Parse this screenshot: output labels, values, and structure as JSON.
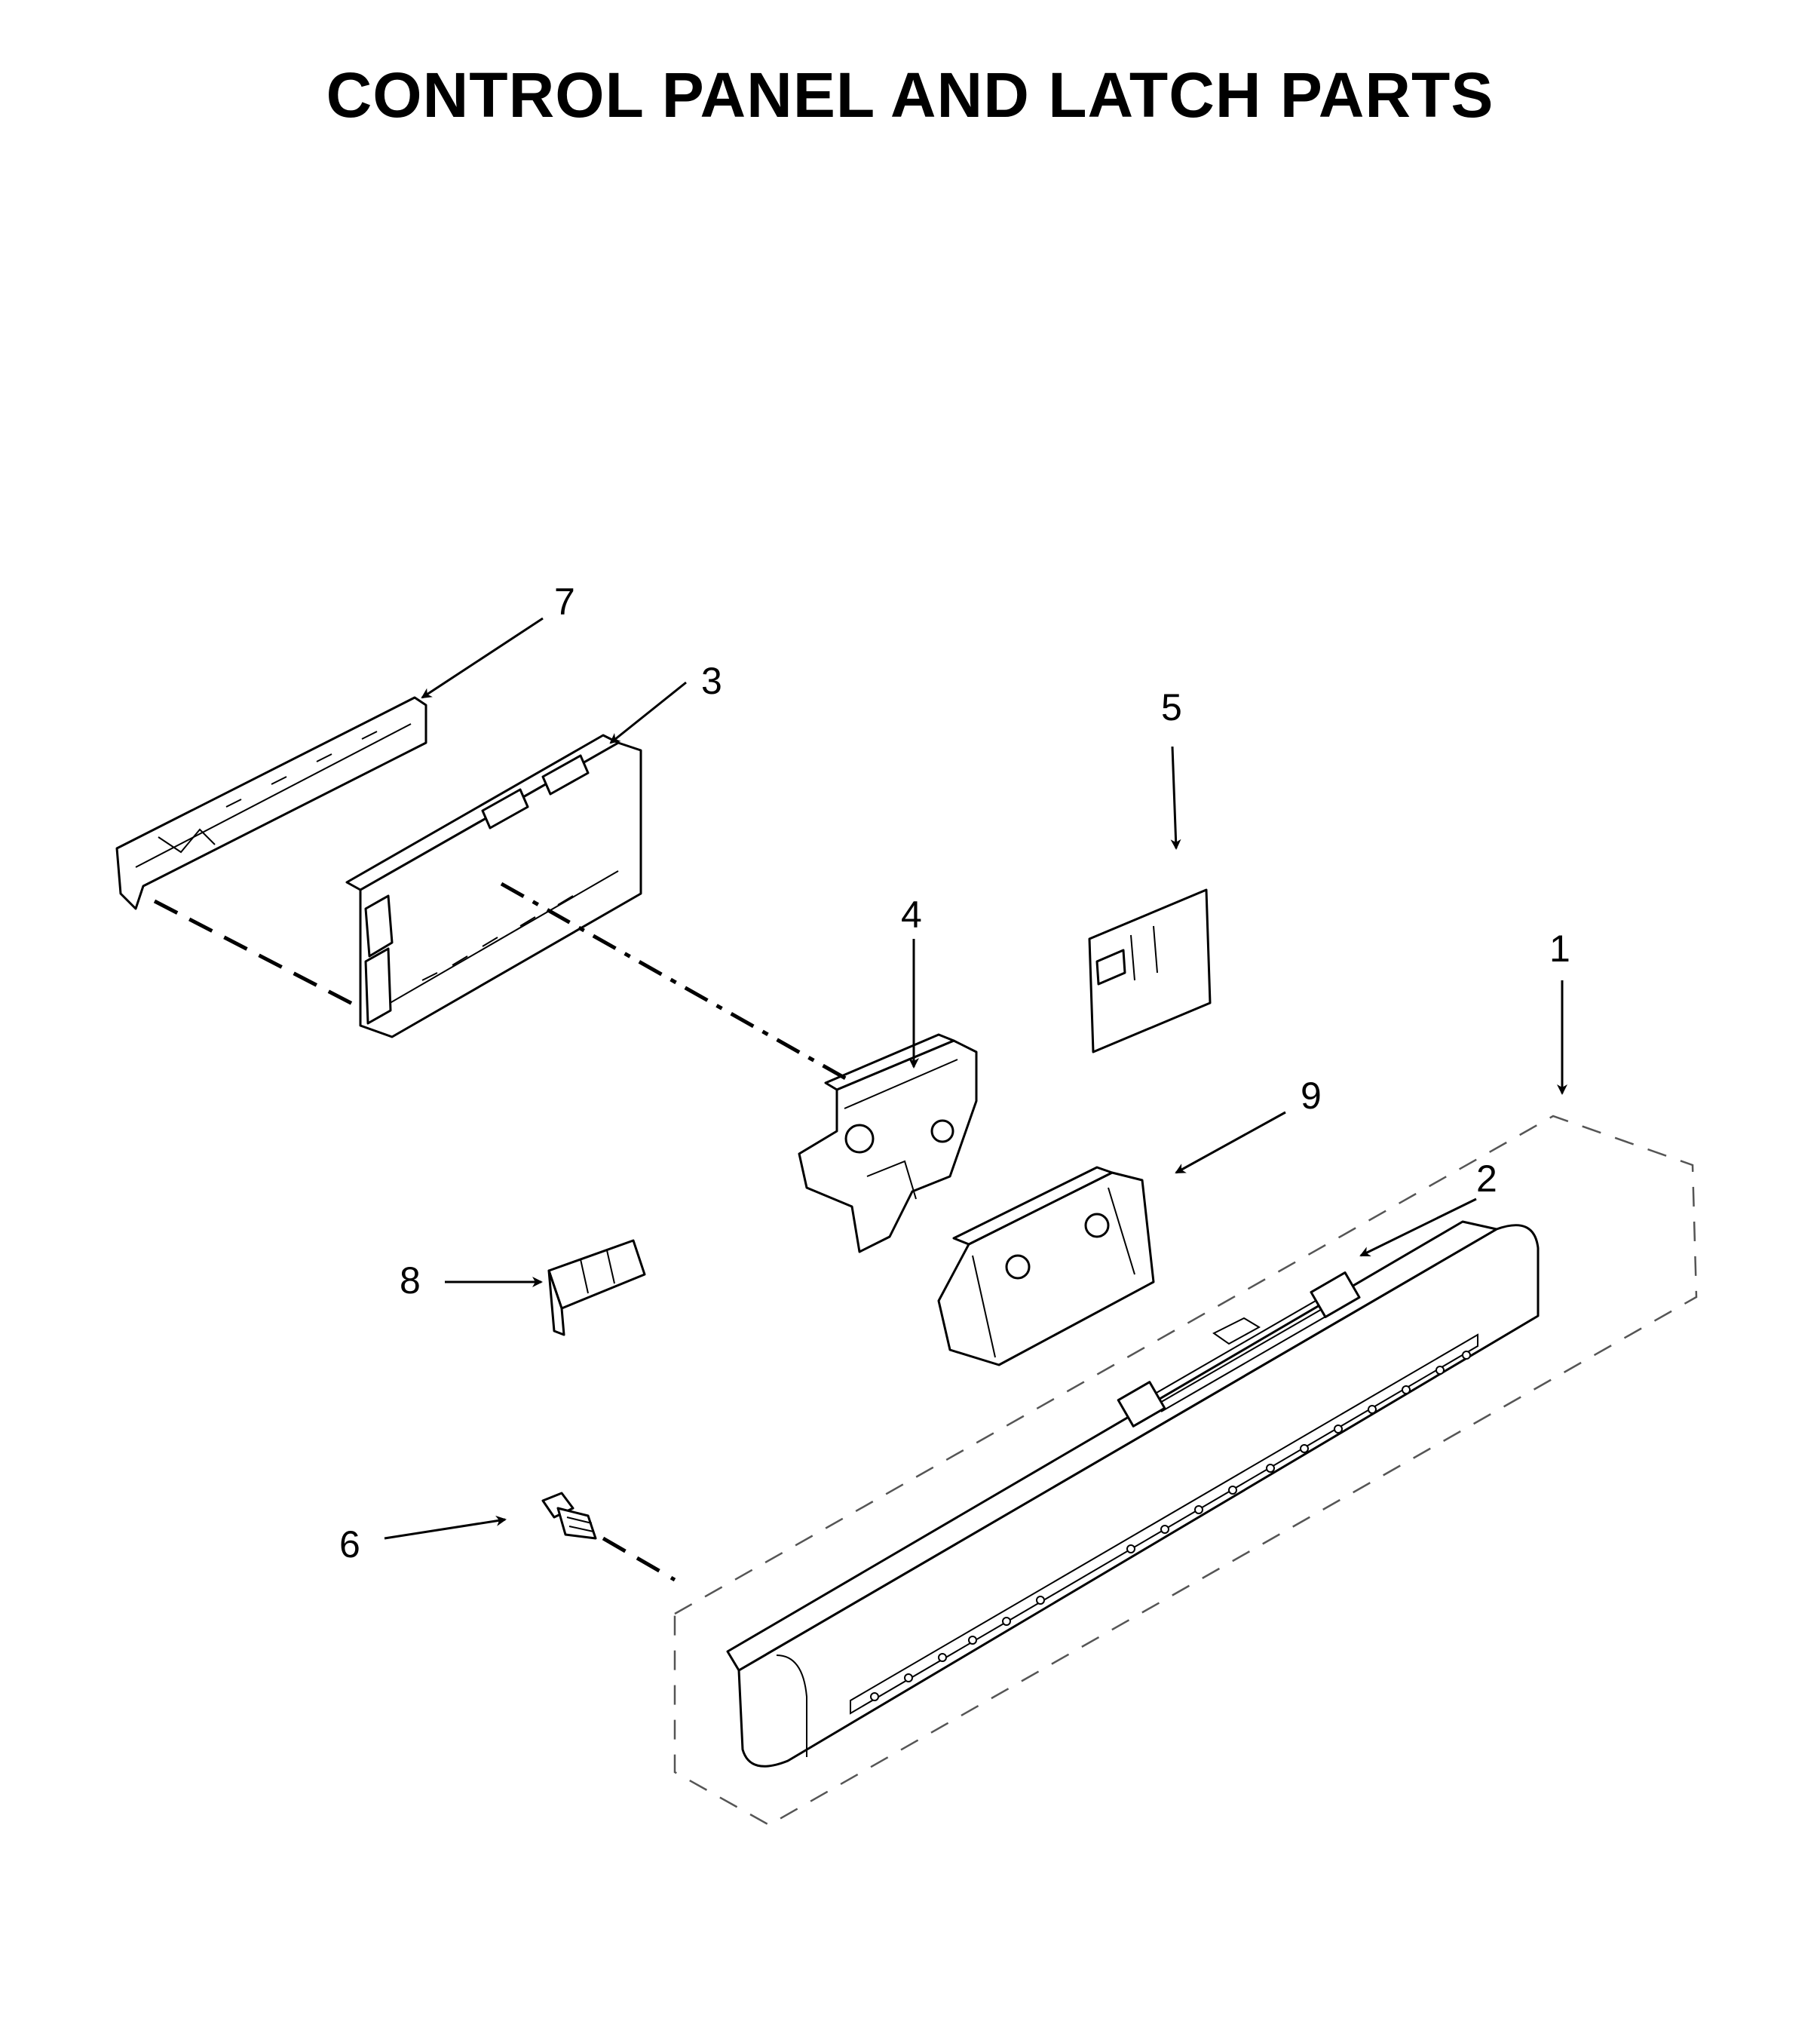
{
  "title": "CONTROL PANEL AND LATCH PARTS",
  "callouts": {
    "p1": "1",
    "p2": "2",
    "p3": "3",
    "p4": "4",
    "p5": "5",
    "p6": "6",
    "p7": "7",
    "p8": "8",
    "p9": "9"
  }
}
